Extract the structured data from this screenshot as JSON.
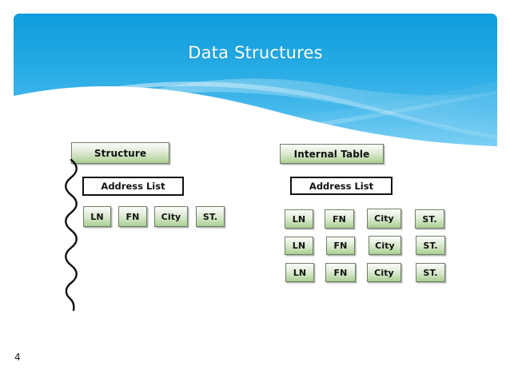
{
  "slide": {
    "title": "Data Structures",
    "page_number": "4",
    "accent_blue": "#29ABE2",
    "banner_blue_top": "#1AA3E0",
    "banner_blue_bottom": "#78CDF2",
    "box_green": "#C6E0B4",
    "box_border": "#6F7F66",
    "title_color": "#FFFFFF"
  },
  "left_diagram": {
    "name": "structure-diagram",
    "header_label": "Structure",
    "sub_label": "Address List",
    "fields": [
      "LN",
      "FN",
      "City",
      "ST."
    ],
    "connector": "squiggly-line"
  },
  "right_diagram": {
    "name": "internal-table-diagram",
    "header_label": "Internal Table",
    "sub_label": "Address List",
    "columns": [
      "LN",
      "FN",
      "City",
      "ST."
    ],
    "rows": [
      [
        "LN",
        "FN",
        "City",
        "ST."
      ],
      [
        "LN",
        "FN",
        "City",
        "ST."
      ],
      [
        "LN",
        "FN",
        "City",
        "ST."
      ]
    ]
  }
}
